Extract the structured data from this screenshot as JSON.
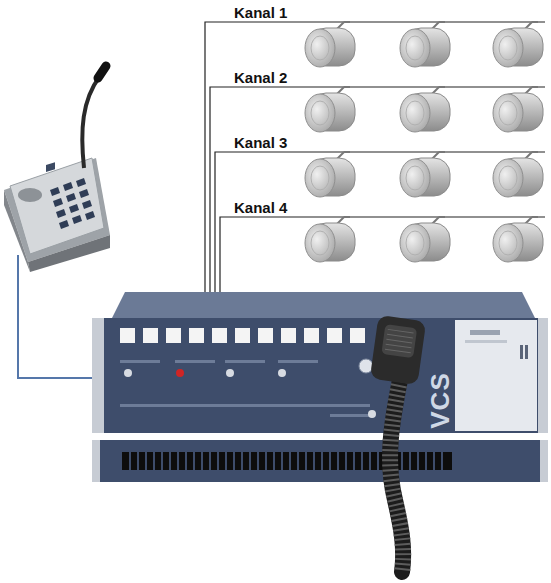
{
  "diagram": {
    "nodes": [
      {
        "text": [
          "VCS"
        ]
      }
    ],
    "labels": [
      "Kanal 1",
      "Kanal 2",
      "Kanal 3",
      "Kanal 4"
    ]
  }
}
